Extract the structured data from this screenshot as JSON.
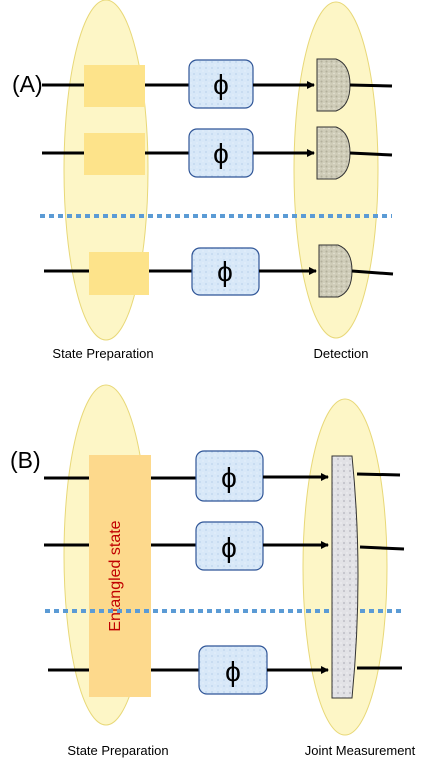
{
  "panel_a": {
    "label": "(A)",
    "phase_symbol": "ϕ",
    "left_caption": "State Preparation",
    "right_caption": "Detection"
  },
  "panel_b": {
    "label": "(B)",
    "phase_symbol": "ϕ",
    "entangled_label": "Entangled state",
    "left_caption": "State Preparation",
    "right_caption": "Joint Measurement"
  },
  "colors": {
    "ellipse_fill": "#fdf6c6",
    "ellipse_stroke": "#e8d878",
    "prep_box": "#fde38a",
    "entangled_box": "#fdd98c",
    "entangled_text": "#c00000",
    "phase_box_fill": "#d6e6f7",
    "phase_box_stroke": "#2f5597",
    "divider": "#5b9bd5",
    "detector_fill": "#c9c7b3",
    "joint_detector_fill": "#d9d9dc"
  }
}
